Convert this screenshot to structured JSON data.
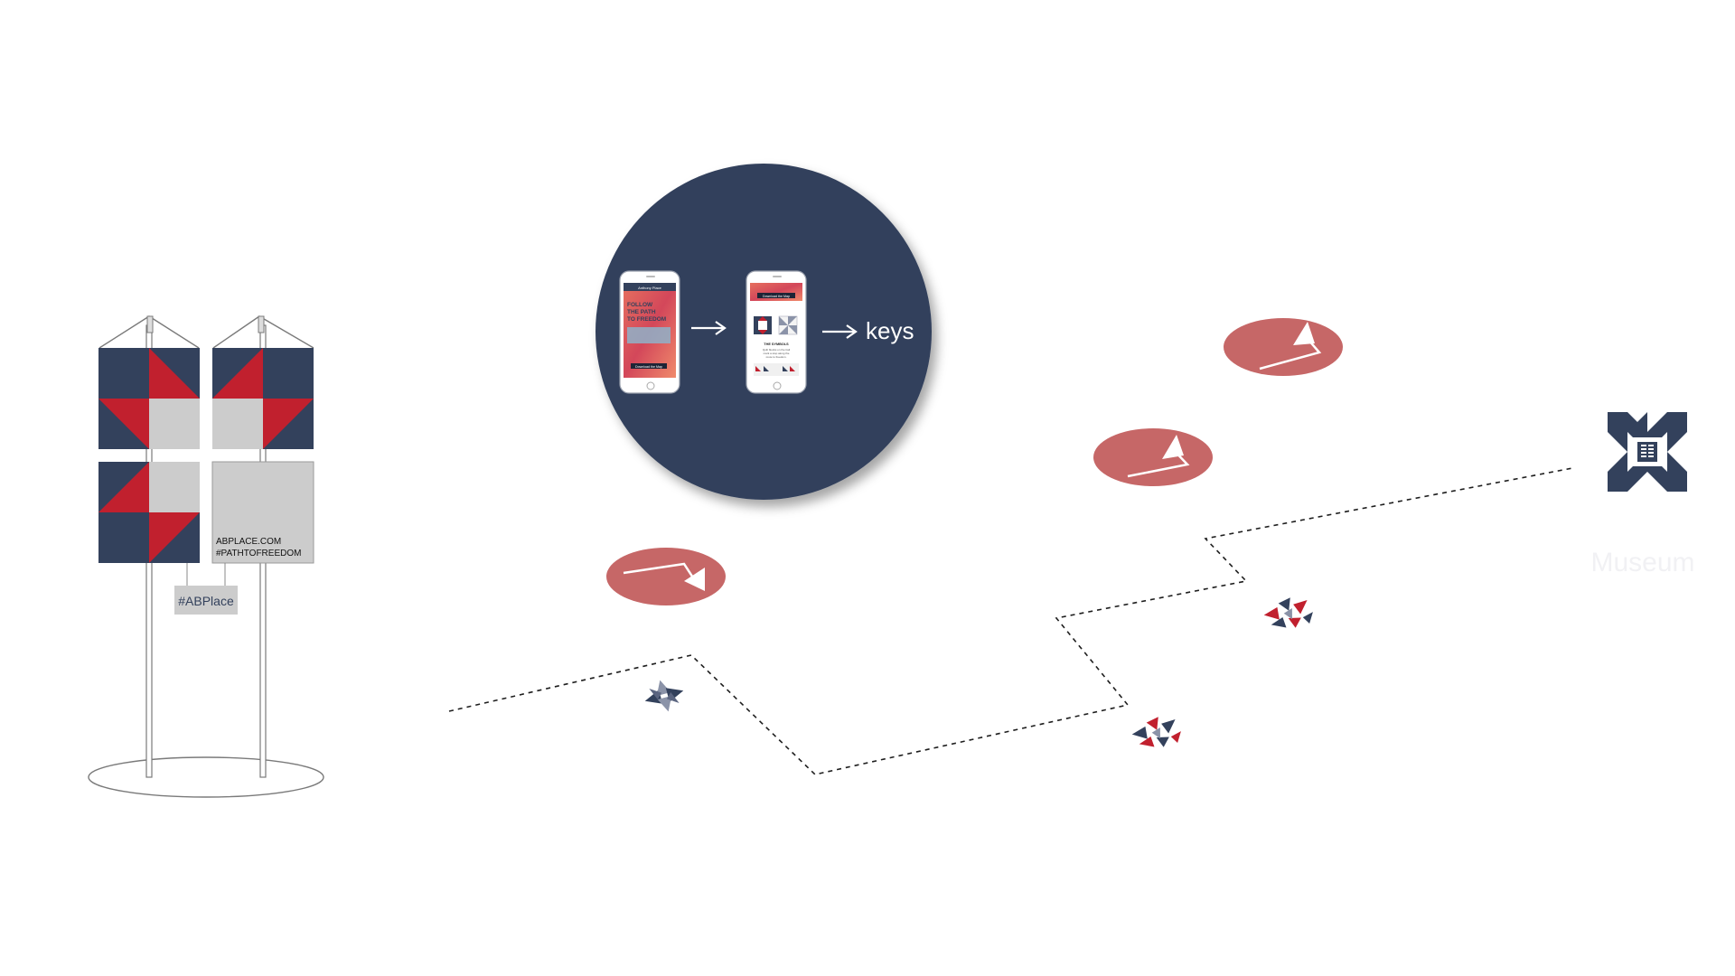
{
  "kiosk": {
    "url_text": "ABPLACE.COM",
    "hashtag_text": "#PATHTOFREEDOM",
    "tag_label": "#ABPlace"
  },
  "app_flow": {
    "phone1": {
      "header": "Anthony Place",
      "headline_lines": [
        "FOLLOW",
        "THE PATH",
        "TO FREEDOM"
      ],
      "button": "Download the Map"
    },
    "phone2": {
      "top_button": "Download the Map",
      "section_title": "THE SYMBOLS",
      "body_lines": [
        "Quilt blocks on the trail",
        "mark a stop along the",
        "route to freedom."
      ]
    },
    "result_label": "keys"
  },
  "destination": {
    "label": "Museum"
  },
  "colors": {
    "navy": "#33415c",
    "red": "#c1202e",
    "grey": "#cccccc",
    "marker": "#c66767",
    "white": "#ffffff"
  },
  "icons": [
    "arrow-icon",
    "quilt-block-icon",
    "pinwheel-icon",
    "museum-building-icon",
    "direction-arrow-icon"
  ]
}
